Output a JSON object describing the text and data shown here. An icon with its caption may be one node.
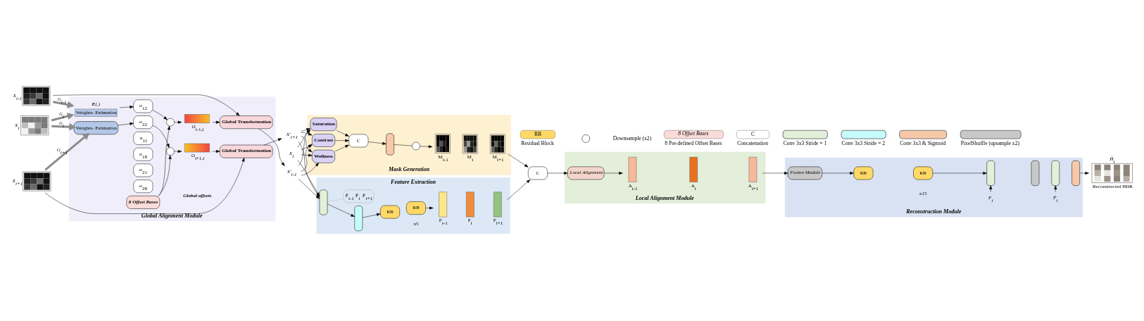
{
  "diagram": {
    "nodes": [
      {
        "text": [
          "Global Alignment Module"
        ]
      },
      {
        "text": [],
        "shape": "picture",
        "beside": [
          "X$_{i-1}$"
        ]
      },
      {
        "text": [],
        "shape": "picture",
        "beside": [
          "X$_{i}$"
        ]
      },
      {
        "text": [],
        "shape": "picture",
        "beside": [
          "X$_{i+1}$"
        ]
      },
      {
        "text": [
          "Weights- Estimation"
        ],
        "in": 0,
        "beside": [
          "**E**(.)"
        ]
      },
      {
        "text": [
          "Weights- Estimation"
        ],
        "in": 0
      },
      {
        "text": [
          "α$_{11}$"
        ],
        "in": 0
      },
      {
        "text": [
          "α$_{12}$"
        ],
        "in": 0
      },
      {
        "text": [
          "α$_{18}$"
        ],
        "in": 0
      },
      {
        "text": [
          "α$_{21}$"
        ],
        "in": 0
      },
      {
        "text": [
          "α$_{22}$"
        ],
        "in": 0
      },
      {
        "text": [
          "α$_{28}$"
        ],
        "in": 0
      },
      {
        "text": [],
        "shape": "circle",
        "in": 0
      },
      {
        "text": [],
        "shape": "circle",
        "in": 0
      },
      {
        "text": [],
        "shape": "bar",
        "in": 0,
        "beside": [
          "O$_{i-1,i}$"
        ]
      },
      {
        "text": [],
        "shape": "bar",
        "in": 0,
        "beside": [
          "O$_{i+1,i}$"
        ]
      },
      {
        "text": [
          "8 Offset Bases"
        ],
        "in": 0
      },
      {
        "text": [
          "Global Transformation"
        ],
        "in": 0
      },
      {
        "text": [
          "Global Transformation"
        ],
        "in": 0
      },
      {
        "text": [
          "X′$_{i-1}$"
        ]
      },
      {
        "text": [
          "X$_{i}$"
        ]
      },
      {
        "text": [
          "X′$_{i+1}$"
        ]
      },
      {
        "text": [
          "Feature Extraction"
        ]
      },
      {
        "text": [],
        "shape": "box",
        "in": 22
      },
      {
        "text": [],
        "shape": "box",
        "in": 22
      },
      {
        "text": [
          "RB"
        ],
        "in": 22
      },
      {
        "text": [
          "RB"
        ],
        "in": 22
      },
      {
        "text": [
          "F̂$_{i-1}$ F̂$_{i}$ F̂$_{i+1}$"
        ],
        "in": 22
      },
      {
        "text": [],
        "shape": "box",
        "in": 22,
        "beside": [
          "F$_{i-1}$"
        ]
      },
      {
        "text": [],
        "shape": "box",
        "in": 22,
        "beside": [
          "F$_{i}$"
        ]
      },
      {
        "text": [],
        "shape": "box",
        "in": 22,
        "beside": [
          "F$_{i+1}$"
        ]
      },
      {
        "text": [
          "Mask Generation"
        ]
      },
      {
        "text": [
          "Contrast"
        ],
        "in": 31
      },
      {
        "text": [
          "Saturation"
        ],
        "in": 31
      },
      {
        "text": [
          "Wellness"
        ],
        "in": 31
      },
      {
        "text": [
          "C"
        ],
        "in": 31
      },
      {
        "text": [],
        "shape": "box",
        "in": 31
      },
      {
        "text": [],
        "shape": "circle",
        "in": 31
      },
      {
        "text": [],
        "shape": "picture",
        "in": 31,
        "beside": [
          "M$_{i-1}$"
        ]
      },
      {
        "text": [],
        "shape": "picture",
        "in": 31,
        "beside": [
          "M$_{i}$"
        ]
      },
      {
        "text": [],
        "shape": "picture",
        "in": 31,
        "beside": [
          "M$_{i+1}$"
        ]
      },
      {
        "text": [
          "C"
        ]
      },
      {
        "text": [
          "Local Alignment Module"
        ]
      },
      {
        "text": [
          "Local Alignment"
        ],
        "in": 42
      },
      {
        "text": [],
        "shape": "box",
        "in": 42,
        "beside": [
          "A$_{i-1}$"
        ]
      },
      {
        "text": [],
        "shape": "box",
        "in": 42,
        "beside": [
          "A$_{i}$"
        ]
      },
      {
        "text": [],
        "shape": "box",
        "in": 42,
        "beside": [
          "A$_{i+1}$"
        ]
      },
      {
        "text": [
          "Reconstruction Module"
        ]
      },
      {
        "text": [
          "Fusion Module"
        ],
        "in": 47
      },
      {
        "text": [
          "RB"
        ],
        "in": 47
      },
      {
        "text": [
          "RB"
        ],
        "in": 47
      },
      {
        "text": [],
        "shape": "box",
        "in": 47
      },
      {
        "text": [],
        "shape": "box",
        "in": 47
      },
      {
        "text": [],
        "shape": "box",
        "in": 47
      },
      {
        "text": [],
        "shape": "box",
        "in": 47
      },
      {
        "text": [
          "F$_{i}$"
        ],
        "in": 47
      },
      {
        "text": [
          "F̂$_{i}$"
        ],
        "in": 47
      },
      {
        "text": [],
        "shape": "picture",
        "beside": [
          "Ĥ$_{i}$",
          "Reconstructed HDR"
        ]
      }
    ],
    "edges": [
      {
        "from": 1,
        "to": 17,
        "arrow": "to"
      },
      {
        "from": 1,
        "to": 4,
        "arrow": "to",
        "label": "G$_{i-1}$",
        "style": "thick",
        "color": "#8c8c8c"
      },
      {
        "from": 2,
        "to": 4,
        "arrow": "to",
        "label": "G$_{i}$",
        "style": "thick",
        "color": "#8c8c8c"
      },
      {
        "from": 2,
        "to": 5,
        "arrow": "to",
        "label": "G$_{i}$",
        "style": "thick",
        "color": "#8c8c8c"
      },
      {
        "from": 3,
        "to": 5,
        "arrow": "to",
        "label": "G$_{i+1}$",
        "style": "thick",
        "color": "#8c8c8c"
      },
      {
        "from": 3,
        "to": 18,
        "arrow": "to"
      },
      {
        "from": 4,
        "to": 7,
        "arrow": "to"
      },
      {
        "from": 5,
        "to": 10,
        "arrow": "to"
      },
      {
        "from": 7,
        "to": 12,
        "arrow": "to"
      },
      {
        "from": 10,
        "to": 13,
        "arrow": "to"
      },
      {
        "from": 16,
        "to": 12,
        "arrow": "to"
      },
      {
        "from": 16,
        "to": 13,
        "arrow": "to"
      },
      {
        "from": 12,
        "to": 14,
        "arrow": "to"
      },
      {
        "from": 13,
        "to": 15,
        "arrow": "to"
      },
      {
        "from": 14,
        "to": 17,
        "arrow": "to"
      },
      {
        "from": 15,
        "to": 18,
        "arrow": "to"
      },
      {
        "from": 17,
        "to": 19,
        "arrow": "to"
      },
      {
        "from": 18,
        "to": 21,
        "arrow": "to"
      },
      {
        "from": 19,
        "to": 23,
        "arrow": "to"
      },
      {
        "from": 20,
        "to": 23,
        "arrow": "to"
      },
      {
        "from": 21,
        "to": 23,
        "arrow": "to"
      },
      {
        "from": 19,
        "to": 32,
        "arrow": "to"
      },
      {
        "from": 20,
        "to": 32,
        "arrow": "to"
      },
      {
        "from": 21,
        "to": 32,
        "arrow": "to"
      },
      {
        "from": 19,
        "to": 33,
        "arrow": "to"
      },
      {
        "from": 20,
        "to": 33,
        "arrow": "to"
      },
      {
        "from": 21,
        "to": 33,
        "arrow": "to"
      },
      {
        "from": 19,
        "to": 34,
        "arrow": "to"
      },
      {
        "from": 20,
        "to": 34,
        "arrow": "to"
      },
      {
        "from": 21,
        "to": 34,
        "arrow": "to"
      },
      {
        "from": 23,
        "to": 24,
        "arrow": "to"
      },
      {
        "from": 24,
        "to": 25,
        "arrow": "to"
      },
      {
        "from": 23,
        "to": 27,
        "arrow": "none",
        "style": "dashed",
        "color": "#aaaaaa"
      },
      {
        "from": 26,
        "to": 28,
        "arrow": "to"
      },
      {
        "from": 30,
        "to": 41,
        "arrow": "to"
      },
      {
        "from": 32,
        "to": 35,
        "arrow": "to"
      },
      {
        "from": 33,
        "to": 35,
        "arrow": "to"
      },
      {
        "from": 34,
        "to": 35,
        "arrow": "to"
      },
      {
        "from": 35,
        "to": 36,
        "arrow": "to"
      },
      {
        "from": 36,
        "to": 37,
        "arrow": "none"
      },
      {
        "from": 37,
        "to": 38,
        "arrow": "to"
      },
      {
        "from": 40,
        "to": 41,
        "arrow": "to"
      },
      {
        "from": 41,
        "to": 43,
        "arrow": "to"
      },
      {
        "from": 43,
        "to": 44,
        "arrow": "to"
      },
      {
        "from": 46,
        "to": 48,
        "arrow": "to"
      },
      {
        "from": 48,
        "to": 49,
        "arrow": "to"
      },
      {
        "from": 50,
        "to": 51,
        "arrow": "to"
      },
      {
        "from": 55,
        "to": 51,
        "arrow": "to"
      },
      {
        "from": 56,
        "to": 53,
        "arrow": "to"
      },
      {
        "from": 54,
        "to": 57,
        "arrow": "to"
      }
    ],
    "labels": [
      "RB",
      "8 Offset Bases",
      "C",
      "x5",
      "Global offsets",
      "x15"
    ],
    "legend": [
      {
        "text": "Residual Block"
      },
      {
        "text": "Downsample (x2)"
      },
      {
        "text": "8 Pre-defined Offset Bases"
      },
      {
        "text": "Concatenation"
      },
      {
        "text": "Conv 3x3 Stride = 1",
        "color": "#e2efd9"
      },
      {
        "text": "Conv 3x3 Stride = 2",
        "color": "#c6fbfb"
      },
      {
        "text": "Conv 3x3 & Sigmoid",
        "color": "#f7c9a9"
      },
      {
        "text": "PixelShuffle (upsample x2)",
        "color": "#c8c8c8"
      }
    ]
  }
}
